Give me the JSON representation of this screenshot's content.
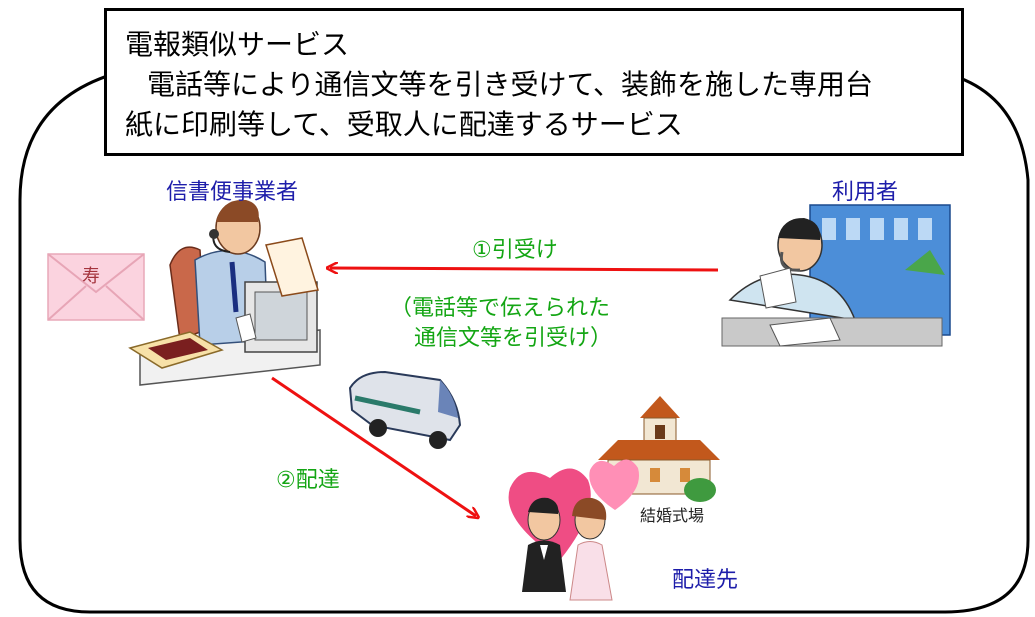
{
  "title": {
    "heading": "電報類似サービス",
    "line1": "電話等により通信文等を引き受けて、装飾を施した専用台",
    "line2": "紙に印刷等して、受取人に配達するサービス"
  },
  "nodes": {
    "operator": "信書便事業者",
    "user": "利用者",
    "destination": "配達先",
    "venue": "結婚式場",
    "envelope_char": "寿"
  },
  "edges": {
    "accept": "①引受け",
    "accept_note_1": "（電話等で伝えられた",
    "accept_note_2": "通信文等を引受け）",
    "deliver": "②配達"
  },
  "colors": {
    "arrow": "#ee1111",
    "node_label": "#1d1daa",
    "edge_label": "#14a614"
  }
}
